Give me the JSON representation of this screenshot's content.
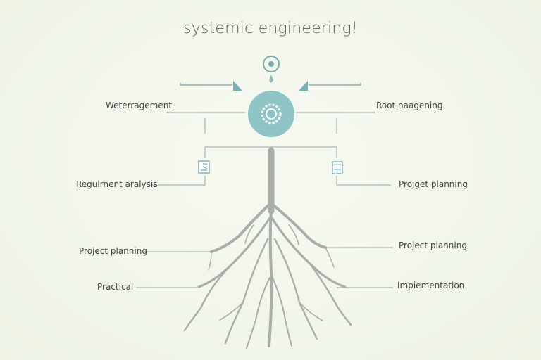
{
  "title": "systemic engineering!",
  "labels": {
    "top_left": "Weterragement",
    "top_right": "Root naagening",
    "mid_left": "Regulrnent aralysis",
    "mid_right": "Projget planning",
    "low_left": "Project planning",
    "low_right": "Project planning",
    "bottom_left": "Practical",
    "bottom_right": "Impiementation"
  },
  "icons": {
    "top_marker": "target-icon",
    "center": "gear-icon",
    "left_doc": "document-icon",
    "right_doc": "list-document-icon"
  },
  "colors": {
    "accent": "#8fc4c6",
    "line": "#9aa3a6",
    "root": "#a9aea8",
    "background": "#f2f6ec"
  }
}
